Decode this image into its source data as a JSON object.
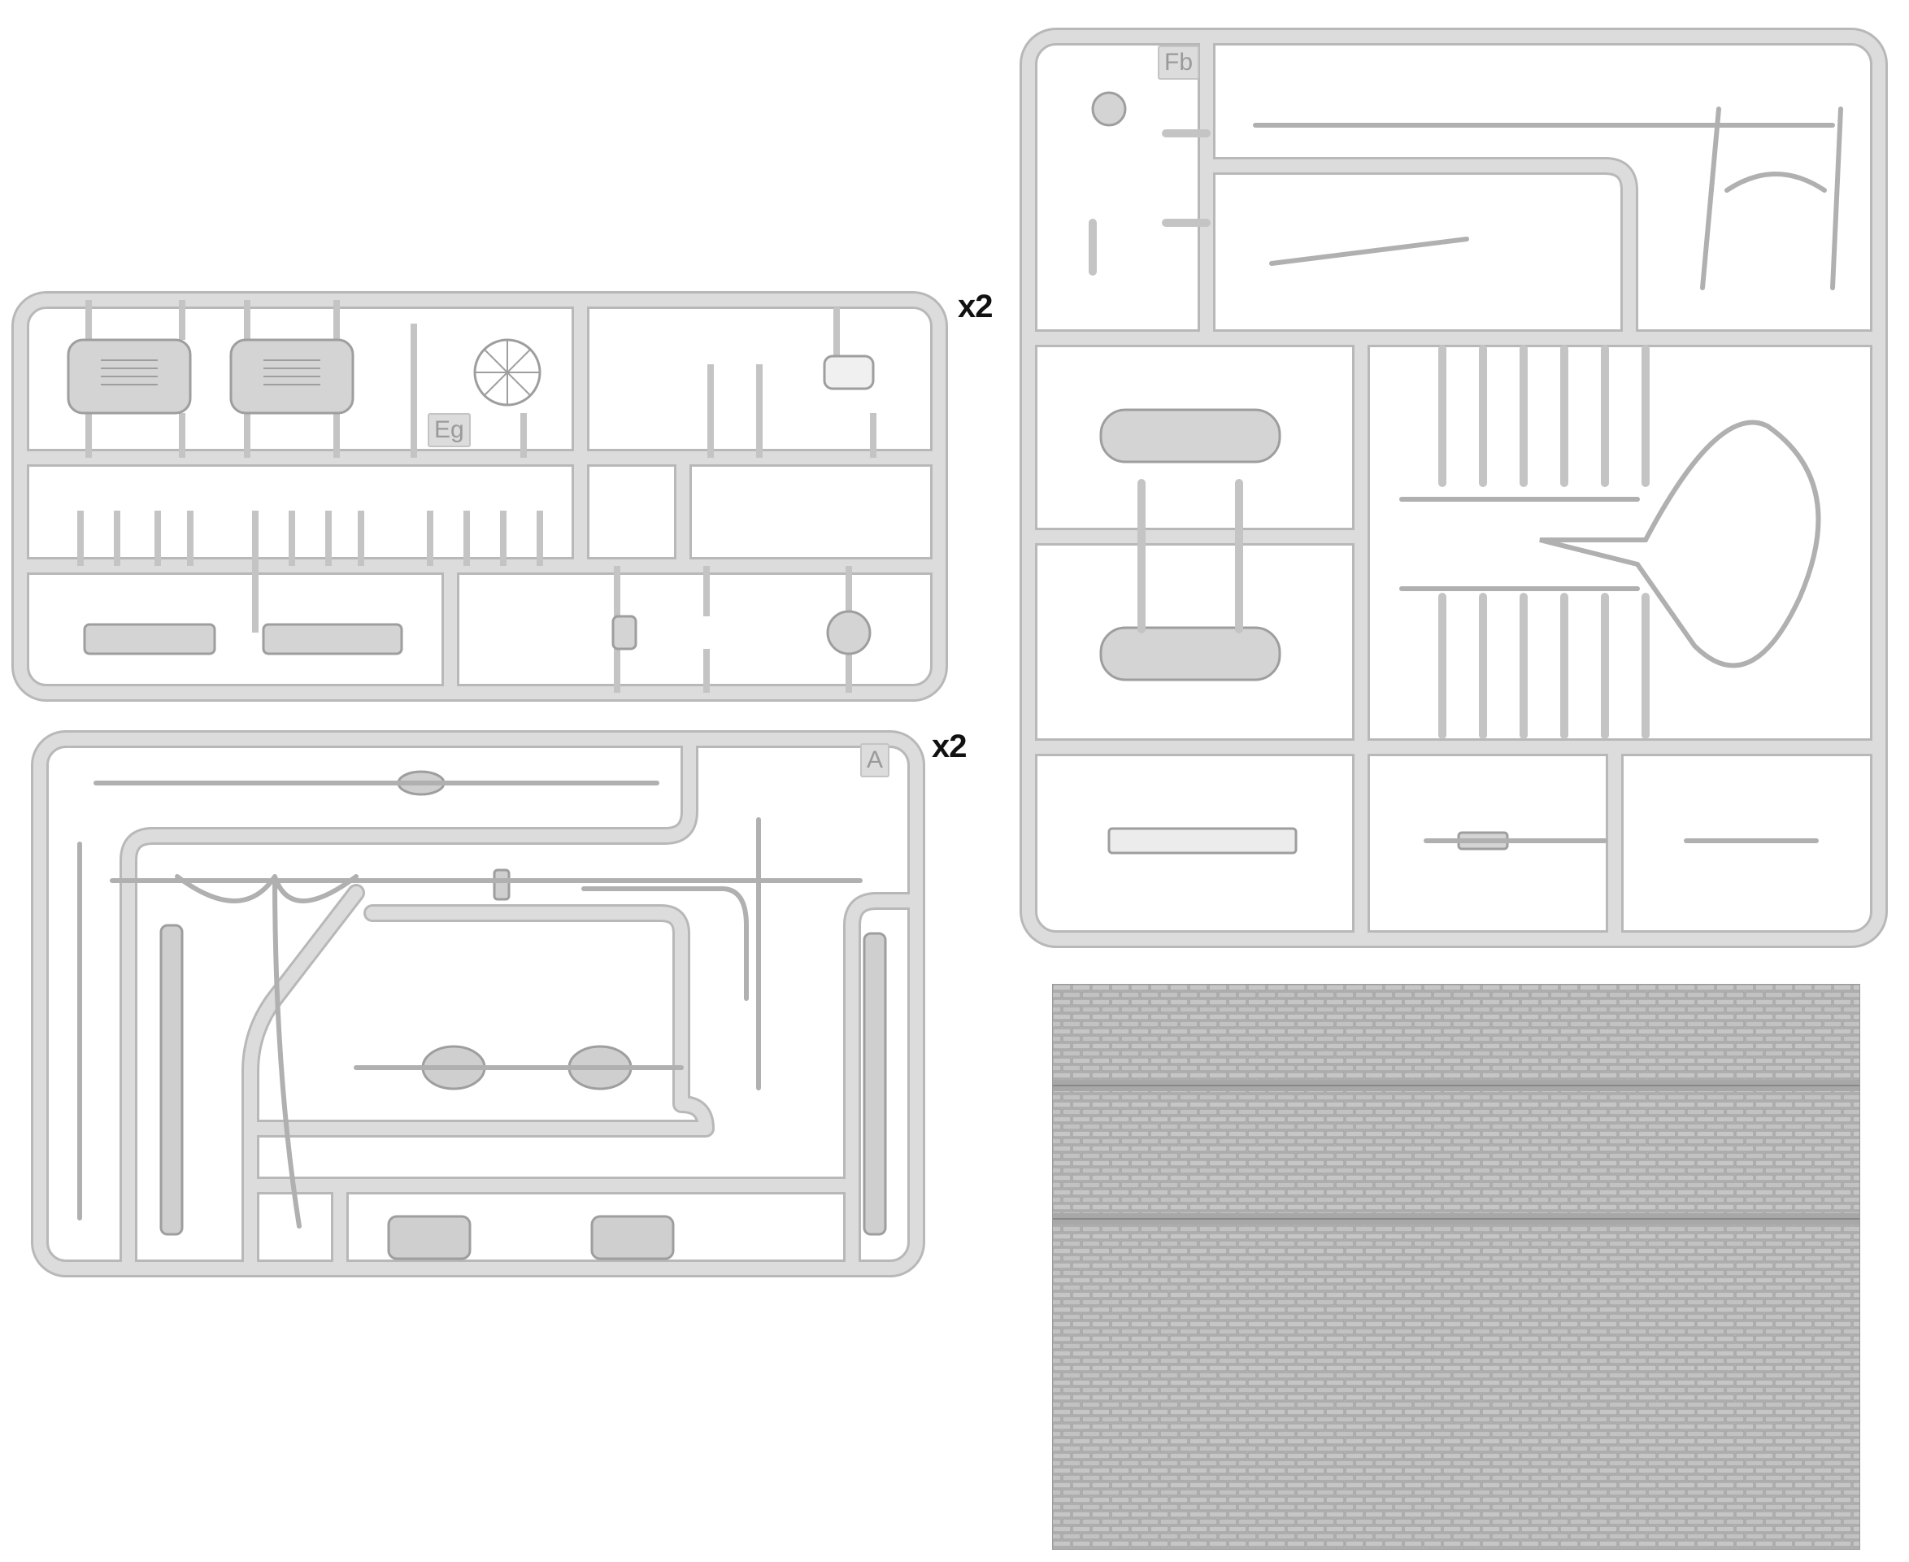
{
  "colors": {
    "plastic": "#dcdcdc",
    "plastic_edge": "#b8b8b8",
    "plastic_shade": "#c9c9c9",
    "paving": "#bdbdbd",
    "paving_line": "#9a9a9a",
    "label": "#111111"
  },
  "sprues": {
    "e": {
      "tag": "Eg",
      "multiplier": "x2"
    },
    "a": {
      "tag": "A",
      "multiplier": "x2"
    },
    "f": {
      "tag": "Fb"
    }
  },
  "paving_panel": {
    "icon": "cobblestone-paving-panel"
  }
}
